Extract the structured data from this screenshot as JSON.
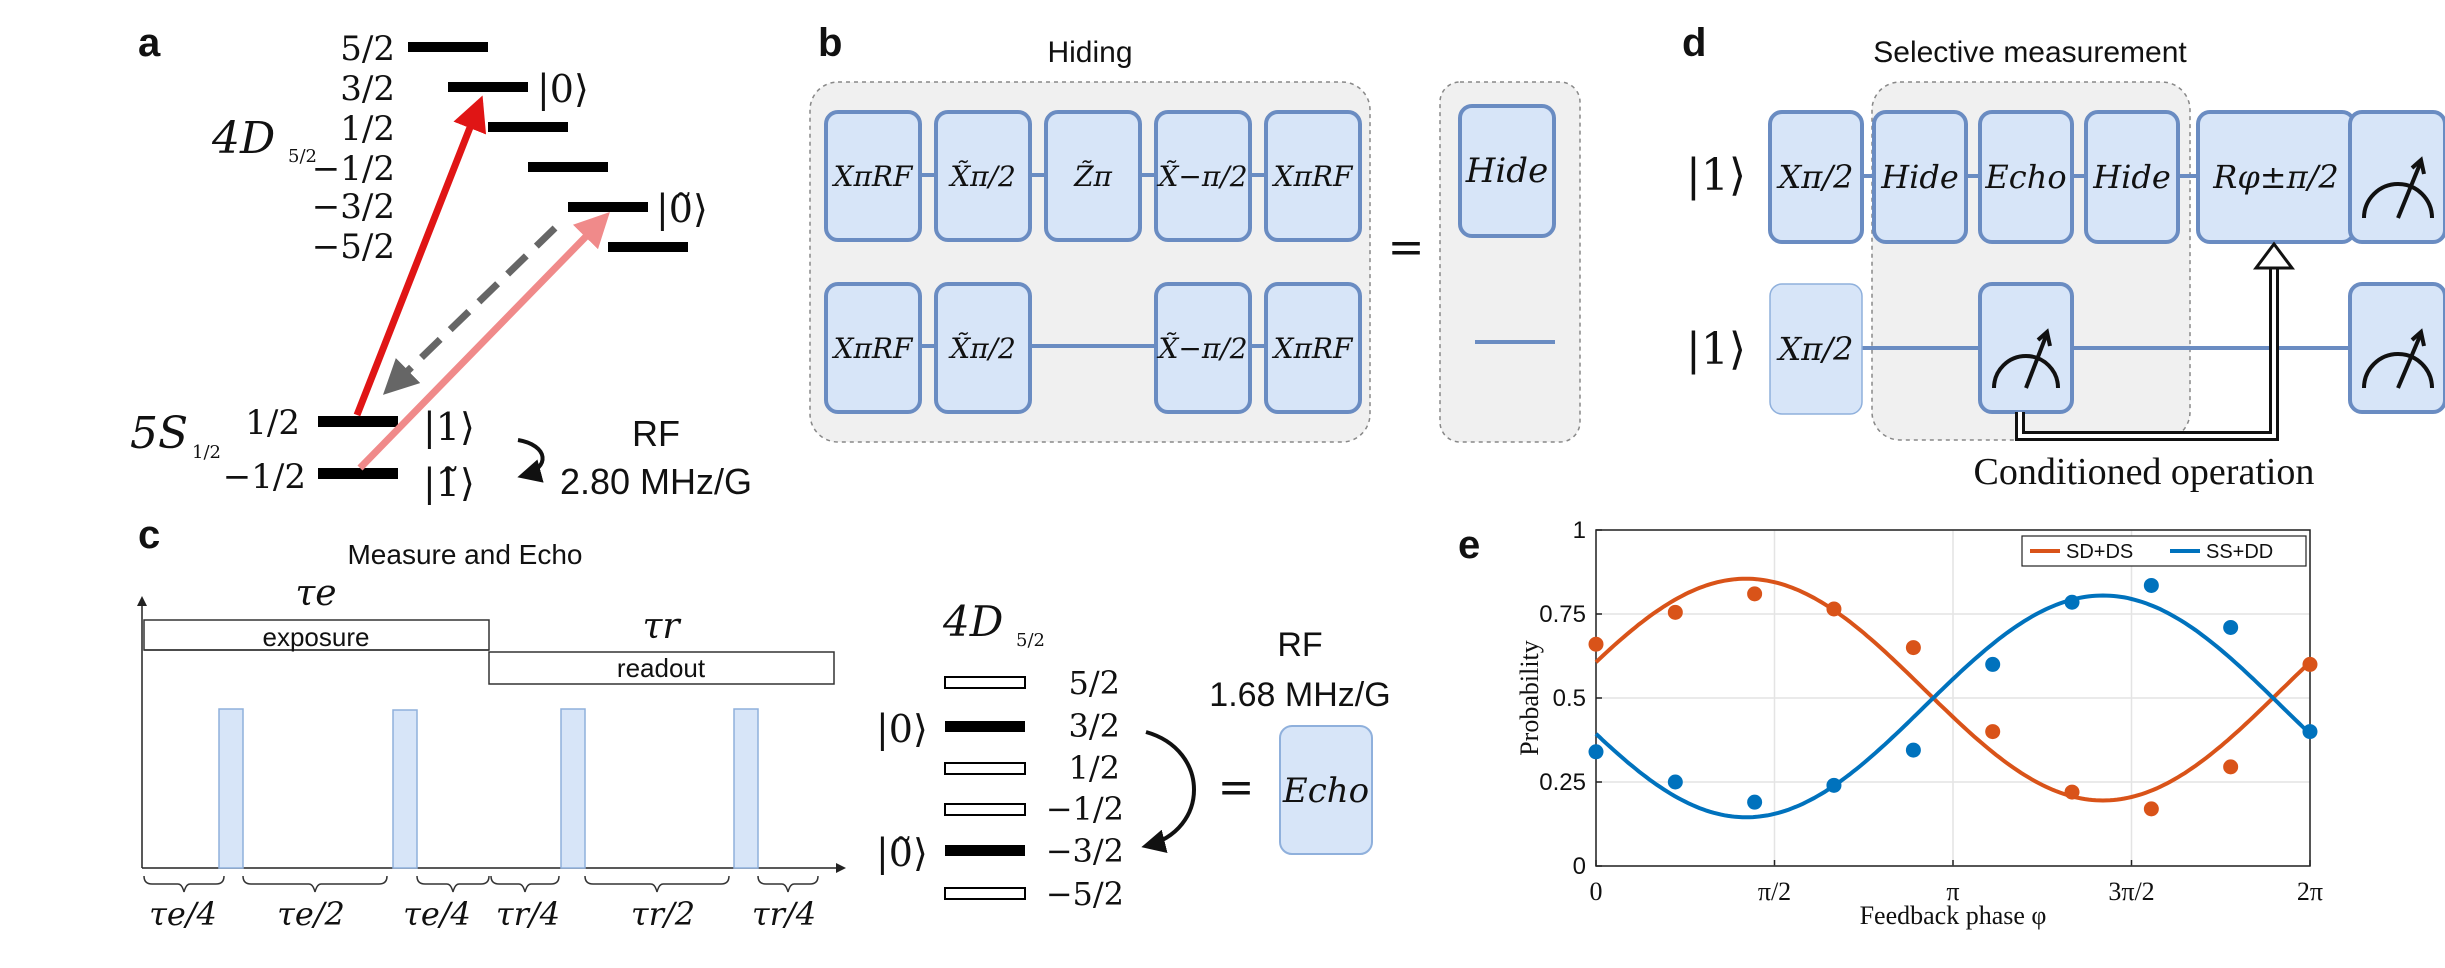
{
  "panels": {
    "a": {
      "letter": "a",
      "upper_manifold": "4D",
      "upper_sub": "5/2",
      "upper_levels": [
        "5/2",
        "3/2",
        "1/2",
        "−1/2",
        "−3/2",
        "−5/2"
      ],
      "ket_zero": "|0⟩",
      "ket_zero_tilde": "|0̃⟩",
      "lower_manifold": "5S",
      "lower_sub": "1/2",
      "lower_levels": [
        "1/2",
        "−1/2"
      ],
      "ket_one": "|1⟩",
      "ket_one_tilde": "|1̃⟩",
      "rf_label": "RF",
      "rf_value": "2.80 MHz/G"
    },
    "b": {
      "letter": "b",
      "title": "Hiding",
      "row1_gates": [
        "XπRF",
        "X̃π/2",
        "Z̃π",
        "X̃−π/2",
        "XπRF"
      ],
      "row2_gates": [
        "XπRF",
        "X̃π/2",
        "X̃−π/2",
        "XπRF"
      ],
      "equals": "=",
      "result": "Hide"
    },
    "c": {
      "letter": "c",
      "title": "Measure and Echo",
      "tau_e": "τe",
      "tau_r": "τr",
      "exposure": "exposure",
      "readout": "readout",
      "intervals": [
        "τe/4",
        "τe/2",
        "τe/4",
        "τr/4",
        "τr/2",
        "τr/4"
      ],
      "manifold": "4D",
      "manifold_sub": "5/2",
      "levels": [
        "5/2",
        "3/2",
        "1/2",
        "−1/2",
        "−3/2",
        "−5/2"
      ],
      "ket_zero": "|0⟩",
      "ket_zero_tilde": "|0̃⟩",
      "rf_label": "RF",
      "rf_value": "1.68 MHz/G",
      "equals": "=",
      "result": "Echo"
    },
    "d": {
      "letter": "d",
      "title": "Selective measurement",
      "row1_ket": "|1⟩",
      "row2_ket": "|1⟩",
      "row1_gates": [
        "Xπ/2",
        "Hide",
        "Echo",
        "Hide",
        "Rφ±π/2"
      ],
      "row2_gates": [
        "Xπ/2"
      ],
      "caption": "Conditioned operation"
    },
    "e": {
      "letter": "e"
    }
  },
  "chart_data": {
    "type": "scatter",
    "title": "",
    "xlabel": "Feedback phase φ",
    "ylabel": "Probability",
    "xlim": [
      0,
      6.2832
    ],
    "ylim": [
      0,
      1
    ],
    "x_tick_labels": [
      "0",
      "π/2",
      "π",
      "3π/2",
      "2π"
    ],
    "y_tick_labels": [
      "0",
      "0.25",
      "0.5",
      "0.75",
      "1"
    ],
    "grid": true,
    "legend_position": "top-right",
    "series": [
      {
        "name": "SD+DS",
        "color": "#d95319",
        "points": [
          [
            0,
            0.66
          ],
          [
            0.698,
            0.755
          ],
          [
            1.396,
            0.81
          ],
          [
            2.094,
            0.765
          ],
          [
            2.793,
            0.65
          ],
          [
            3.491,
            0.4
          ],
          [
            4.189,
            0.22
          ],
          [
            4.887,
            0.17
          ],
          [
            5.585,
            0.295
          ],
          [
            6.283,
            0.6
          ]
        ],
        "fit": {
          "offset": 0.525,
          "amplitude": 0.33,
          "phase": 0.25
        }
      },
      {
        "name": "SS+DD",
        "color": "#0072bd",
        "points": [
          [
            0,
            0.34
          ],
          [
            0.698,
            0.25
          ],
          [
            1.396,
            0.19
          ],
          [
            2.094,
            0.24
          ],
          [
            2.793,
            0.345
          ],
          [
            3.491,
            0.6
          ],
          [
            4.189,
            0.785
          ],
          [
            4.887,
            0.835
          ],
          [
            5.585,
            0.71
          ],
          [
            6.283,
            0.4
          ]
        ],
        "fit": {
          "offset": 0.475,
          "amplitude": 0.33,
          "phase": 3.391
        }
      }
    ]
  }
}
